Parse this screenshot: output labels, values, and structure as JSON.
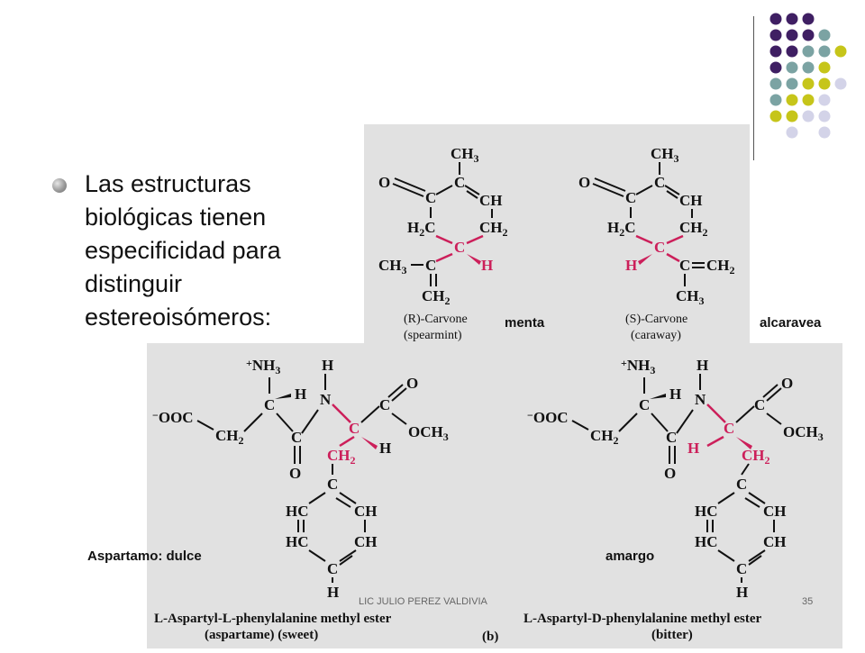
{
  "bullet": {
    "lines": [
      "Las estructuras",
      "biológicas tienen",
      "especificidad para",
      "distinguir",
      "estereoisómeros:"
    ]
  },
  "labels": {
    "menta": "menta",
    "alcaravea": "alcaravea",
    "aspartamo": "Aspartamo: dulce",
    "amargo": "amargo"
  },
  "figure_top": {
    "left_caption": [
      "(R)-Carvone",
      "(spearmint)"
    ],
    "right_caption": [
      "(S)-Carvone",
      "(caraway)"
    ]
  },
  "figure_bottom": {
    "left_caption": [
      "L-Aspartyl-L-phenylalanine methyl ester",
      "(aspartame) (sweet)"
    ],
    "right_caption": [
      "L-Aspartyl-D-phenylalanine methyl ester",
      "(bitter)"
    ],
    "panel_label": "(b)"
  },
  "footer": {
    "author": "LIC JULIO PEREZ VALDIVIA",
    "page": "35"
  },
  "colors": {
    "purple": "#3f1f63",
    "teal": "#7ba3a3",
    "olive": "#c6c51a",
    "lavender": "#d3d3e8",
    "stereo_red": "#cc1f5a",
    "figure_bg": "#e1e1e1"
  }
}
